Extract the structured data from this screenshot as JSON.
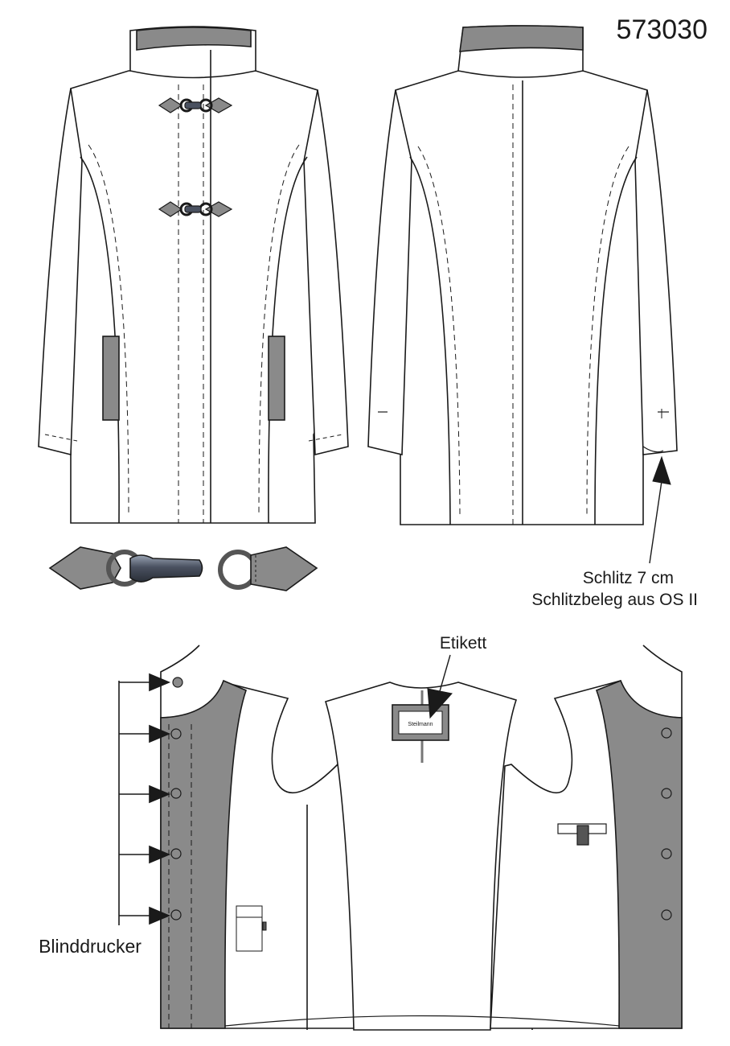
{
  "model_number": "573030",
  "labels": {
    "slit_length": "Schlitz  7 cm",
    "slit_facing": "Schlitzbeleg aus OS II",
    "label_tag": "Etikett",
    "blind_snaps": "Blinddrucker",
    "brand_on_label": "Steilmann"
  },
  "colors": {
    "outline": "#1a1a1a",
    "fill_gray": "#8a8a8a",
    "fill_white": "#ffffff",
    "hardware_dark": "#555555"
  },
  "views": [
    "front-view",
    "back-view",
    "toggle-closure-detail",
    "inside-view"
  ]
}
